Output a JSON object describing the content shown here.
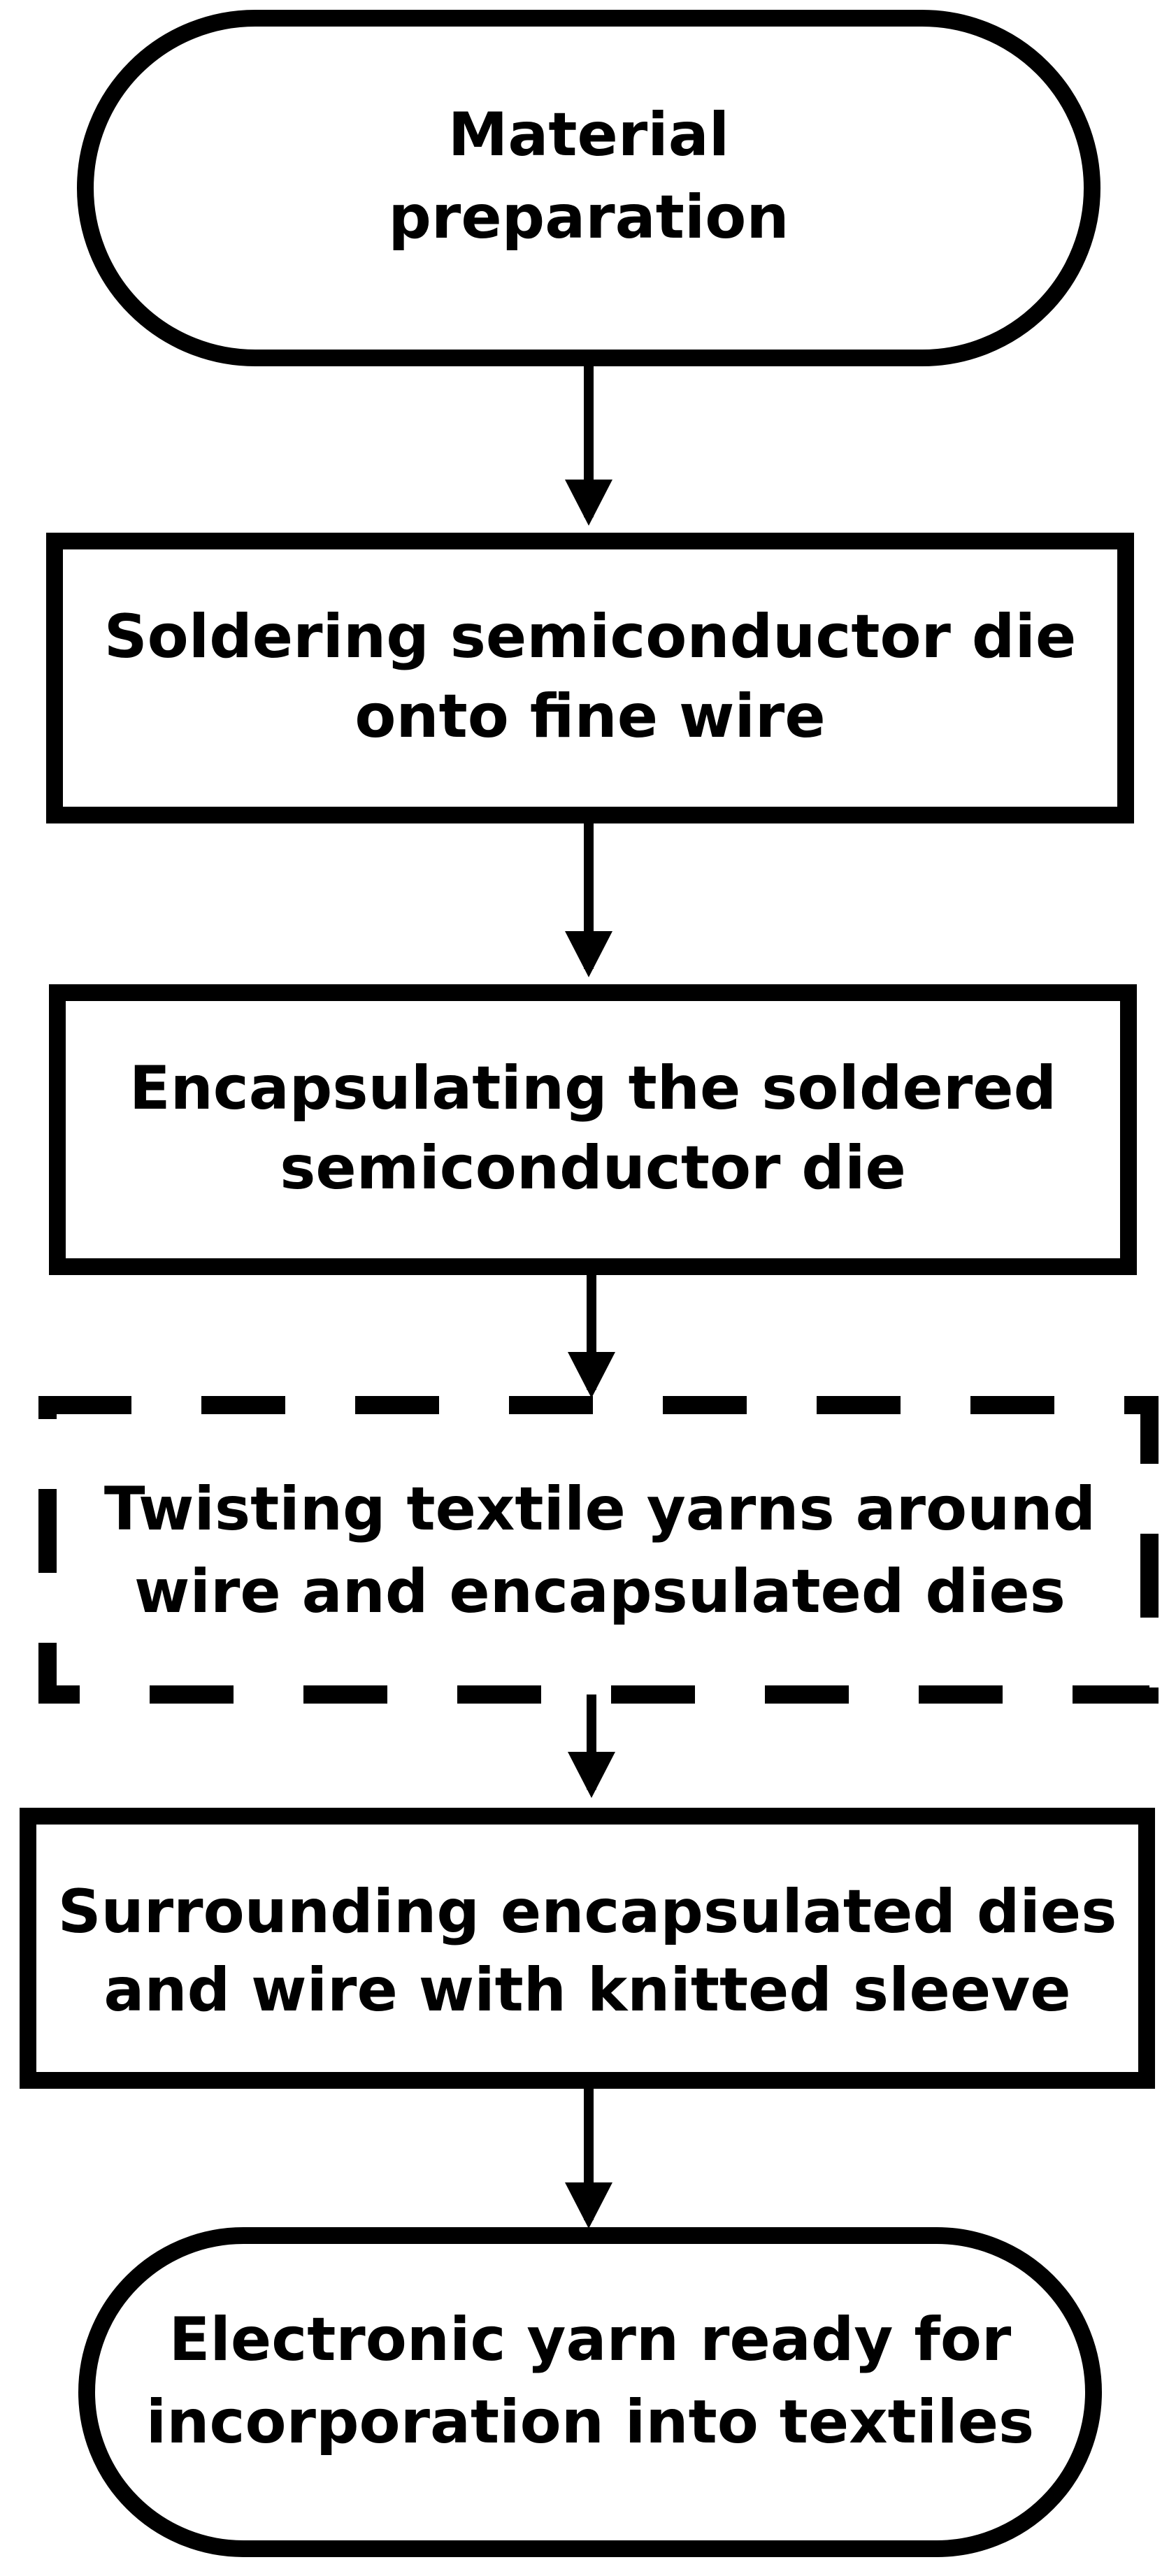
{
  "flowchart": {
    "steps": [
      {
        "id": "material-preparation",
        "shape": "terminator",
        "lines": [
          "Material",
          "preparation"
        ]
      },
      {
        "id": "soldering",
        "shape": "process",
        "lines": [
          "Soldering semiconductor die",
          "onto fine wire"
        ]
      },
      {
        "id": "encapsulating",
        "shape": "process",
        "lines": [
          "Encapsulating the soldered",
          "semiconductor die"
        ]
      },
      {
        "id": "twisting",
        "shape": "optional-process",
        "lines": [
          "Twisting textile yarns around",
          "wire and encapsulated dies"
        ]
      },
      {
        "id": "surrounding",
        "shape": "process",
        "lines": [
          "Surrounding encapsulated dies",
          "and wire with knitted sleeve"
        ]
      },
      {
        "id": "electronic-yarn-ready",
        "shape": "terminator",
        "lines": [
          "Electronic yarn ready for",
          "incorporation into textiles"
        ]
      }
    ],
    "stroke_color": "#000000",
    "background_color": "#ffffff"
  }
}
